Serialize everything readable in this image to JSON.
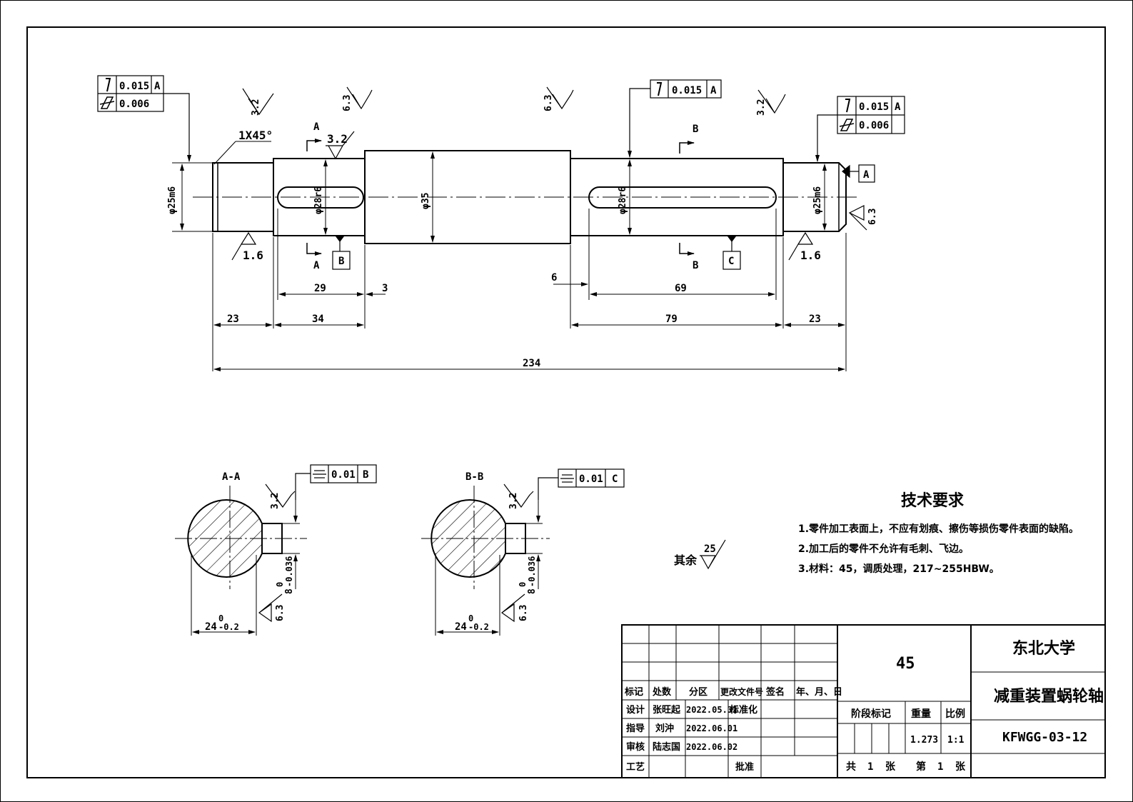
{
  "shaft": {
    "dims": {
      "d_left_bearing": "φ25m6",
      "d_left_key": "φ28r6",
      "d_center": "φ35",
      "d_right_key": "φ28r6",
      "d_right_bearing": "φ25m6",
      "chamfer": "1X45°",
      "key_left_len": "29",
      "key_left_offset": "3",
      "key_right_offset": "6",
      "key_right_len": "69",
      "seg1": "23",
      "seg2": "34",
      "seg3": "79",
      "seg4": "23",
      "total": "234"
    },
    "roughness": {
      "r_top1": "3.2",
      "r_top2": "6.3",
      "r_top3": "6.3",
      "r_top4": "3.2",
      "r_key": "3.2",
      "r_bot_left": "1.6",
      "r_bot_right": "1.6",
      "r_right_end": "6.3"
    },
    "section_labels": {
      "a_top": "A",
      "a_bot": "A",
      "b_top": "B",
      "b_bot": "B"
    },
    "datums": {
      "a": "A",
      "b": "B",
      "c": "C"
    }
  },
  "fcf": {
    "left": {
      "row1_tol": "0.015",
      "row1_datum": "A",
      "row2_tol": "0.006"
    },
    "mid": {
      "tol": "0.015",
      "datum": "A"
    },
    "right": {
      "row1_tol": "0.015",
      "row1_datum": "A",
      "row2_tol": "0.006"
    },
    "sec_a": {
      "tol": "0.01",
      "datum": "B"
    },
    "sec_b": {
      "tol": "0.01",
      "datum": "C"
    }
  },
  "sections": {
    "a": {
      "title": "A-A",
      "roughness1": "3.2",
      "roughness2": "6.3",
      "depth_base": "8",
      "depth_upper": "0",
      "depth_lower": "-0.036",
      "width_base": "24",
      "width_upper": "0",
      "width_lower": "-0.2"
    },
    "b": {
      "title": "B-B",
      "roughness1": "3.2",
      "roughness2": "6.3",
      "depth_base": "8",
      "depth_upper": "0",
      "depth_lower": "-0.036",
      "width_base": "24",
      "width_upper": "0",
      "width_lower": "-0.2"
    }
  },
  "other_roughness": {
    "label": "其余",
    "value": "25"
  },
  "tech": {
    "title": "技术要求",
    "items": [
      "1.零件加工表面上，不应有划痕、擦伤等损伤零件表面的缺陷。",
      "2.加工后的零件不允许有毛刺、飞边。",
      "3.材料：45，调质处理，217~255HBW。"
    ]
  },
  "title_block": {
    "headers": [
      "标记",
      "处数",
      "分区",
      "更改文件号",
      "签名",
      "年、月、日"
    ],
    "design_label": "设计",
    "designer": "张旺起",
    "design_date": "2022.05.31",
    "std_label": "标准化",
    "guide_label": "指导",
    "guide": "刘沖",
    "guide_date": "2022.06.01",
    "review_label": "审核",
    "reviewer": "陆志国",
    "review_date": "2022.06.02",
    "process_label": "工艺",
    "approve_label": "批准",
    "material": "45",
    "stage_label": "阶段标记",
    "weight_label": "重量",
    "scale_label": "比例",
    "weight": "1.273",
    "scale": "1:1",
    "sheets": {
      "total_label": "共",
      "total": "1",
      "unit1": "张",
      "this_label": "第",
      "this": "1",
      "unit2": "张"
    },
    "company": "东北大学",
    "part_name": "减重装置蜗轮轴",
    "drawing_no": "KFWGG-03-12"
  }
}
